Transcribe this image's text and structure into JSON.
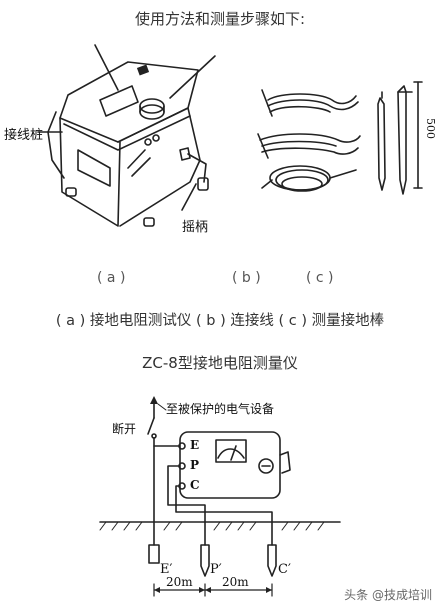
{
  "header": {
    "caption": "使用方法和测量步骤如下:"
  },
  "figure_a": {
    "terminal_label": "接线桩",
    "crank_label": "摇柄"
  },
  "figure_c": {
    "length_label": "500"
  },
  "sub_labels": {
    "a": "( a )",
    "b": "( b )",
    "c": "( c )"
  },
  "legend": {
    "text": "( a ) 接地电阻测试仪  ( b ) 连接线  ( c ) 测量接地棒"
  },
  "model_title": "ZC-8型接地电阻测量仪",
  "wiring": {
    "device_label": "至被保护的电气设备",
    "switch_label": "断开",
    "terminal_e": "E",
    "terminal_p": "P",
    "terminal_c": "C",
    "probe_e": "E′",
    "probe_p": "P′",
    "probe_c": "C′",
    "distance_1": "20m",
    "distance_2": "20m"
  },
  "watermark": "头条 @技成培训"
}
